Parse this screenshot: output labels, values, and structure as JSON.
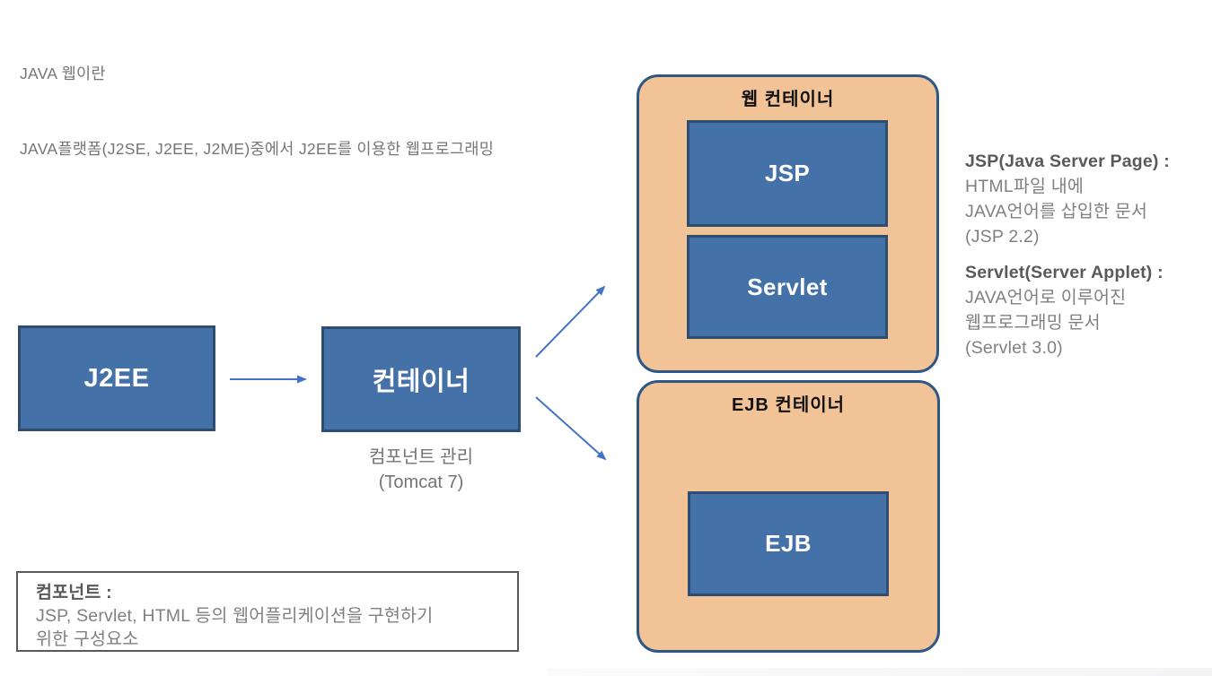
{
  "intro": {
    "line1": "JAVA 웹이란",
    "line2": "JAVA플랫폼(J2SE, J2EE, J2ME)중에서 J2EE를 이용한 웹프로그래밍"
  },
  "diagram": {
    "j2ee_box_label": "J2EE",
    "container_box_label": "컨테이너",
    "container_caption_line1": "컴포넌트 관리",
    "container_caption_line2": "(Tomcat 7)",
    "web_container": {
      "title": "웹 컨테이너",
      "jsp_box_label": "JSP",
      "servlet_box_label": "Servlet"
    },
    "ejb_container": {
      "title": "EJB 컨테이너",
      "ejb_box_label": "EJB"
    },
    "icons": {
      "arrow_right": "arrow-right-icon",
      "arrow_up_right": "arrow-up-right-icon",
      "arrow_down_right": "arrow-down-right-icon"
    }
  },
  "notes": {
    "jsp": {
      "heading": "JSP(Java Server Page) :",
      "line1": "HTML파일 내에",
      "line2": "JAVA언어를 삽입한 문서",
      "line3": "(JSP 2.2)"
    },
    "servlet": {
      "heading": "Servlet(Server Applet) :",
      "line1": "JAVA언어로 이루어진",
      "line2": "웹프로그래밍 문서",
      "line3": "(Servlet 3.0)"
    },
    "component": {
      "heading": "컴포넌트 :",
      "line1": "JSP, Servlet, HTML 등의 웹어플리케이션을 구현하기",
      "line2": "위한 구성요소"
    }
  },
  "colors": {
    "box_fill": "#4472A8",
    "box_border": "#2E4D71",
    "container_fill": "#F3C398",
    "container_border": "#2F5784",
    "arrow": "#4472C4",
    "body_text_gray": "#808080",
    "heading_text_gray": "#595959",
    "title_black": "#111111",
    "box_text_white": "#FFFFFF"
  }
}
